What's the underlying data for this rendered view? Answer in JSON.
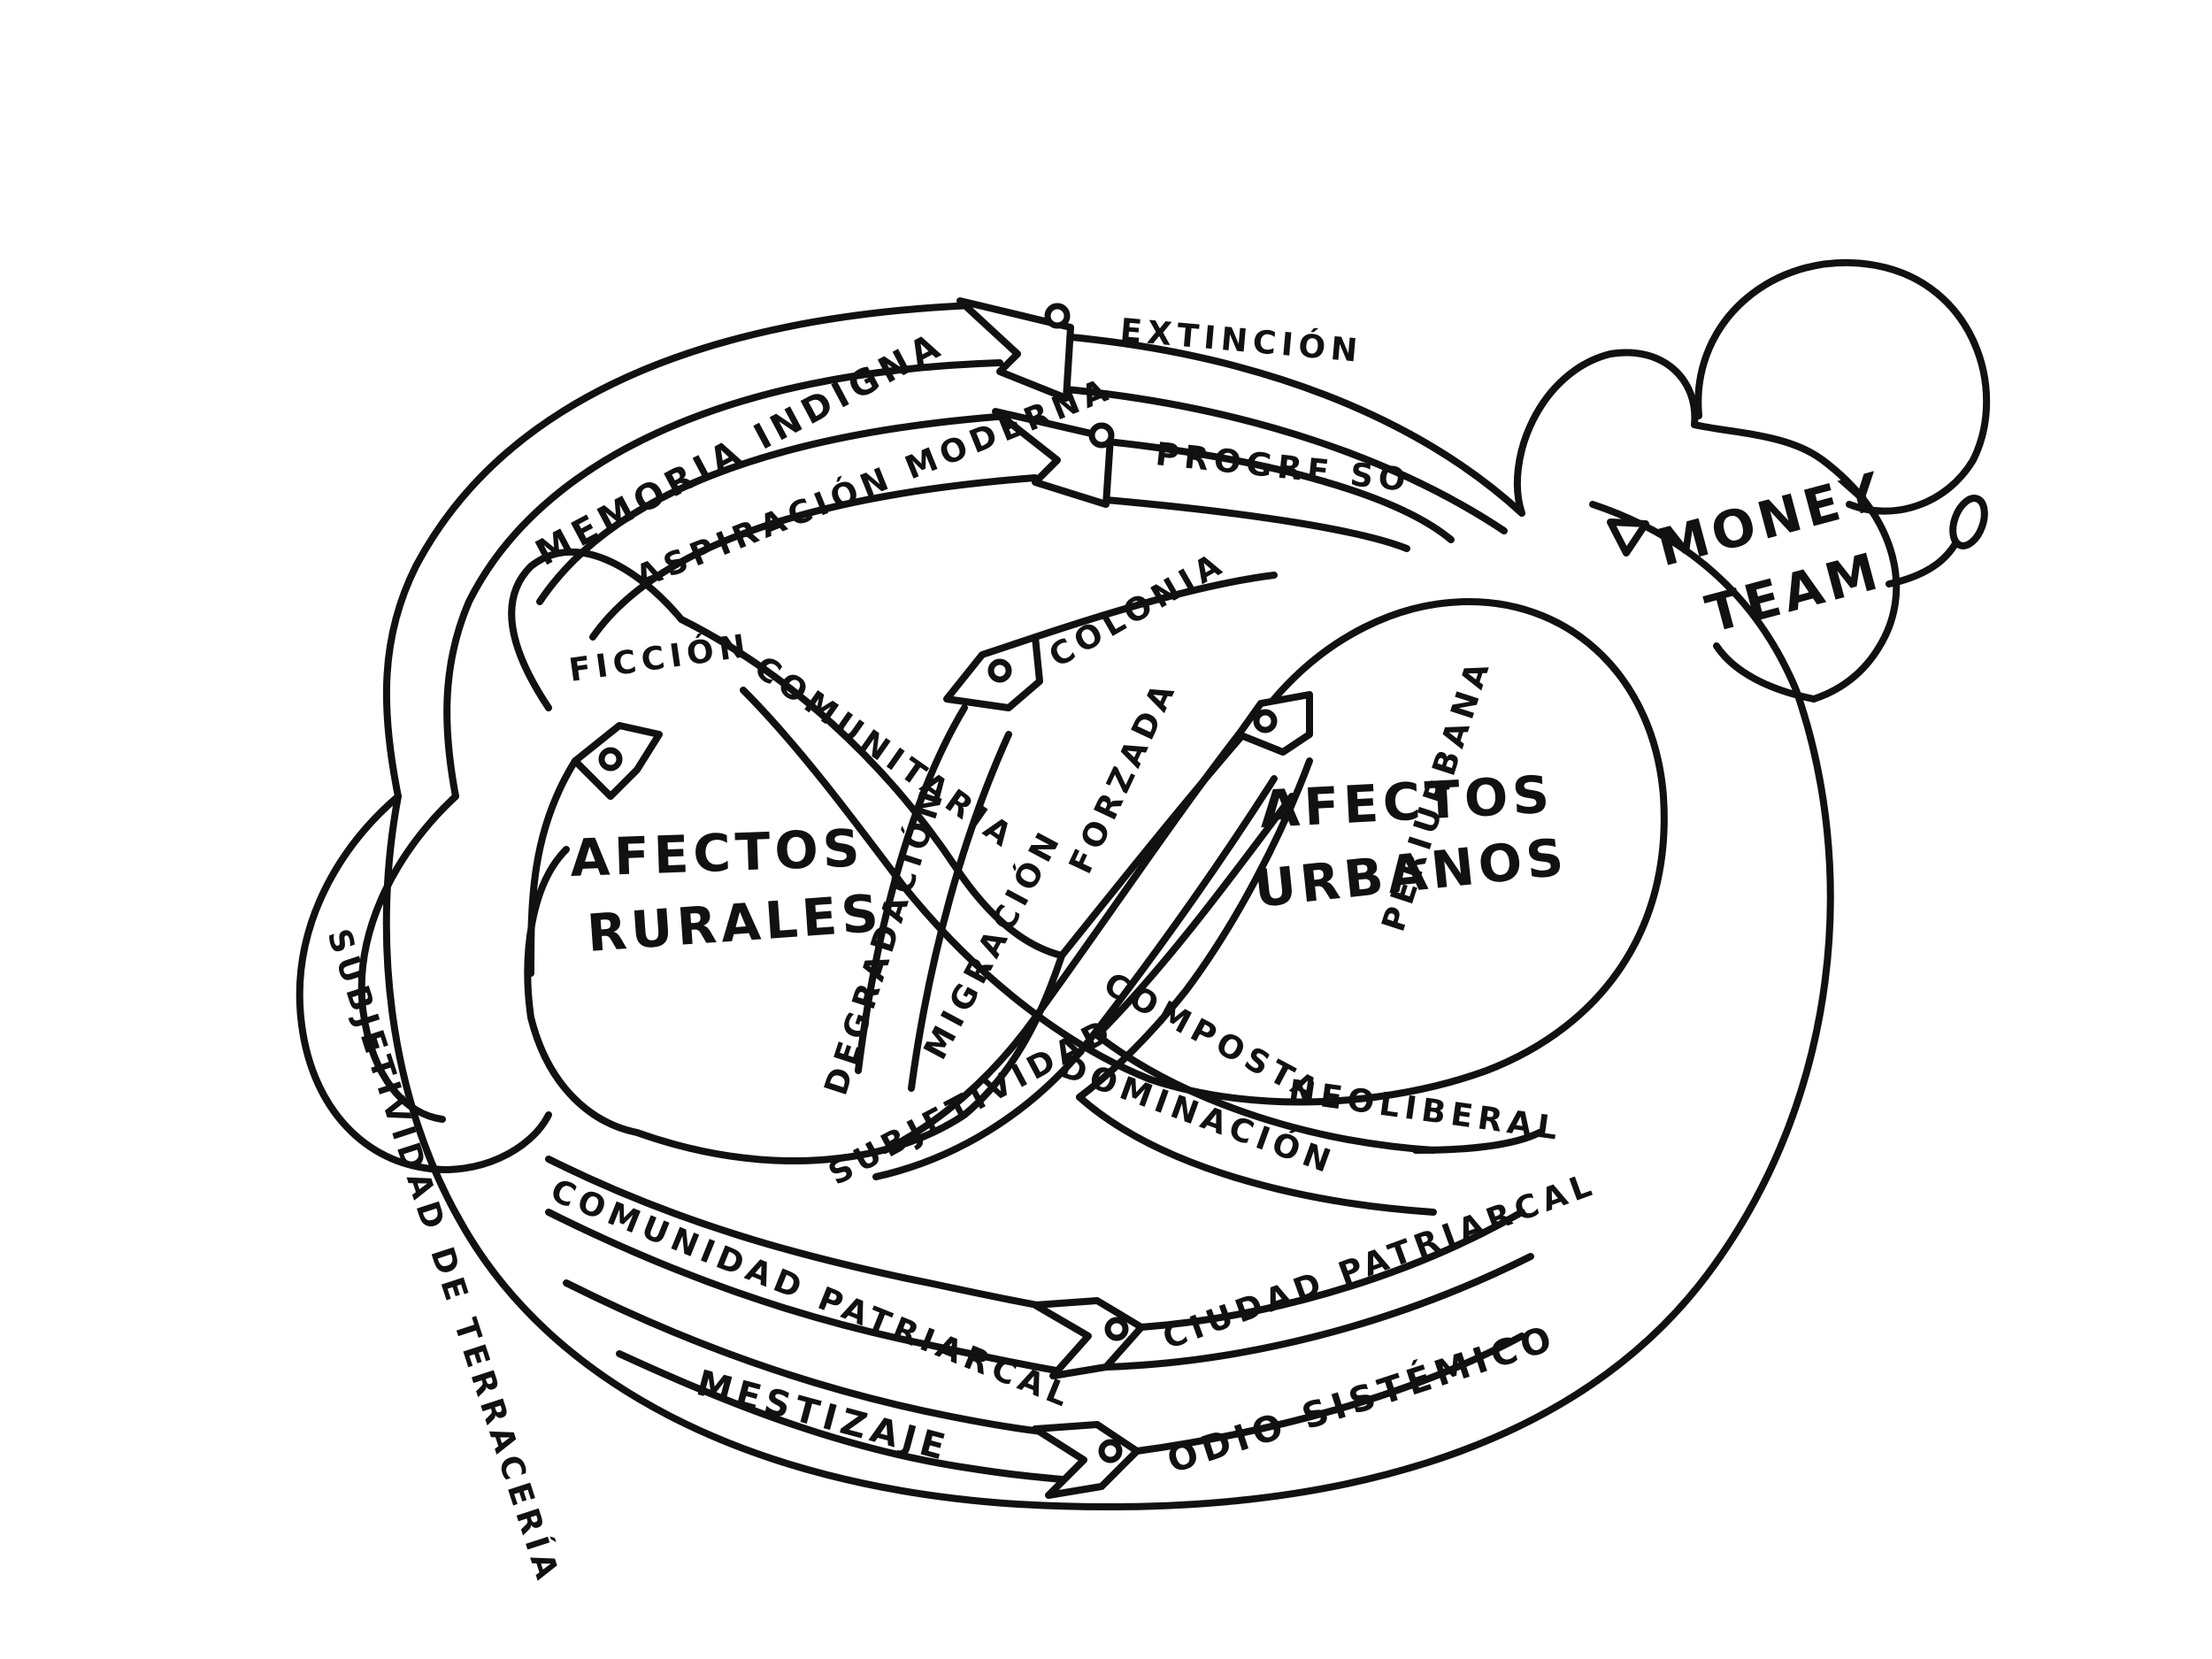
{
  "ink_color": "#111111",
  "background_color": "#ffffff",
  "labels": {
    "memoria_indigna": "MEMORIA INDIGNA",
    "extincion": "EXTINCIÓN",
    "aspiracion_moderna": "ASPIRACIÓN MODERNA",
    "progreso": "PROGRE SO",
    "money": "MONEY",
    "team": "TEAM",
    "colonia": "COLONIA",
    "ficcion": "FICCIÓN",
    "comunitaria": "COMUNITARIA",
    "afectos_1": "AFECTOS",
    "rurales": "RURALES",
    "afectos_2": "AFECTOS",
    "urbanos": "URBANOS",
    "degradacion": "DEGRADACIÓN",
    "migracion": "MIGRACIÓN",
    "forzada": "FORZADA",
    "periurbana": "PERIURBANA",
    "subjetividad_1": "SUBJETIVIDAD",
    "composta": "COMPOSTA",
    "neoliberal": "NEOLIBERAL",
    "dominacion": "DOMINACIÓN",
    "subjetividad_terraceria": "SUBJETIVIDAD DE TERRACERÍA",
    "comunidad_patriarcal": "COMUNIDAD PATRIARCAL",
    "ciudad_patriarcal": "CIUDAD PATRIARCAL",
    "mestizaje": "MESTIZAJE",
    "odio_sistemico": "ODIO SISTÉMICO"
  }
}
